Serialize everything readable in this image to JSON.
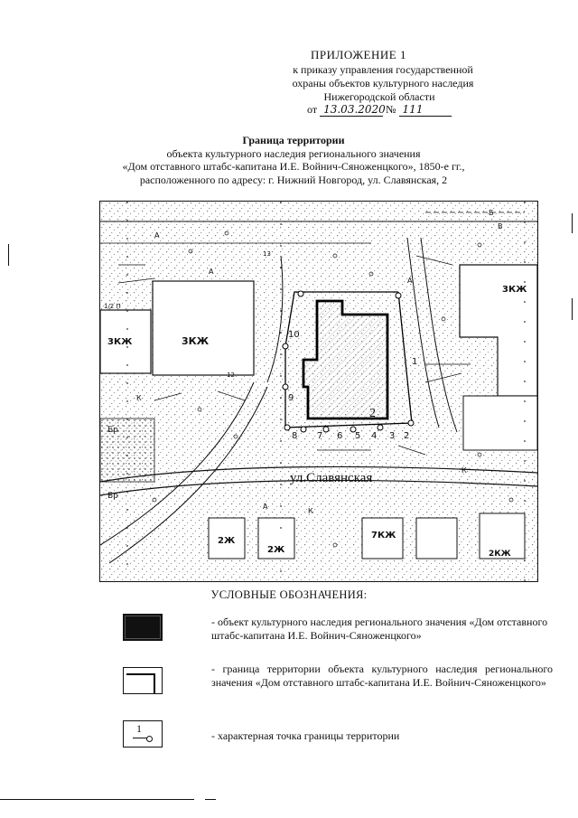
{
  "header": {
    "title": "ПРИЛОЖЕНИЕ 1",
    "line1": "к приказу управления государственной",
    "line2": "охраны объектов культурного наследия",
    "line3": "Нижегородской области",
    "date_prefix": "от",
    "date": "13.03.2020",
    "number_prefix": "№",
    "number": "111"
  },
  "title": {
    "line1": "Граница территории",
    "line2": "объекта культурного наследия регионального значения",
    "line3": "«Дом отставного штабс-капитана И.Е. Войнич-Сяноженцкого», 1850-е гг.,",
    "line4": "расположенного по адресу: г. Нижний Новгород, ул. Славянская, 2"
  },
  "map": {
    "street_label": "ул.Славянская",
    "object_number": "2",
    "point_labels": [
      "1",
      "2",
      "3",
      "4",
      "5",
      "6",
      "7",
      "8",
      "9",
      "10"
    ],
    "building_labels": [
      "3КЖ",
      "3КЖ",
      "3КЖ",
      "2Ж",
      "2Ж",
      "7КЖ",
      "2КЖ",
      "Бр",
      "Бр"
    ],
    "misc_labels": [
      "А",
      "А",
      "А",
      "А",
      "К",
      "К",
      "К",
      "Б",
      "B",
      "1/2 П",
      "12",
      "13"
    ]
  },
  "legend": {
    "title": "УСЛОВНЫЕ ОБОЗНАЧЕНИЯ:",
    "item1": "- объект культурного наследия регионального значения «Дом отставного штабс-капитана И.Е. Войнич-Сяноженцкого»",
    "item2": "- граница территории объекта культурного наследия регионального значения «Дом отставного штабс-капитана И.Е. Войнич-Сяноженцкого»",
    "item3": "- характерная точка границы территории",
    "item3_symbol_number": "1"
  }
}
